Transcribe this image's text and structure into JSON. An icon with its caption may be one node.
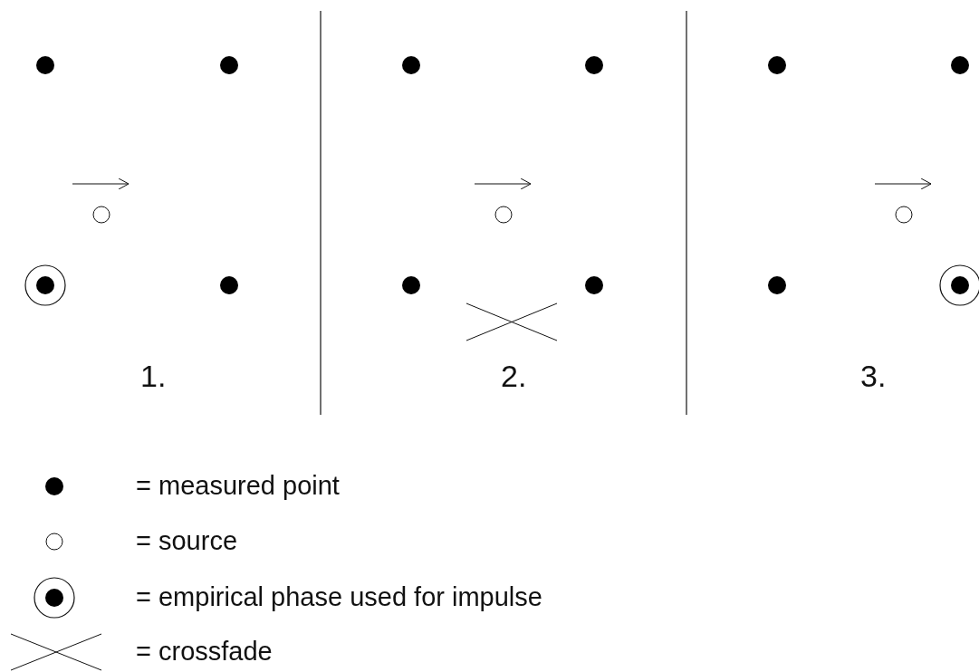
{
  "diagram": {
    "labels": [
      "1.",
      "2.",
      "3."
    ],
    "legend": [
      {
        "text": "= measured point"
      },
      {
        "text": "= source"
      },
      {
        "text": "= empirical phase used for impulse"
      },
      {
        "text": "= crossfade"
      }
    ]
  }
}
